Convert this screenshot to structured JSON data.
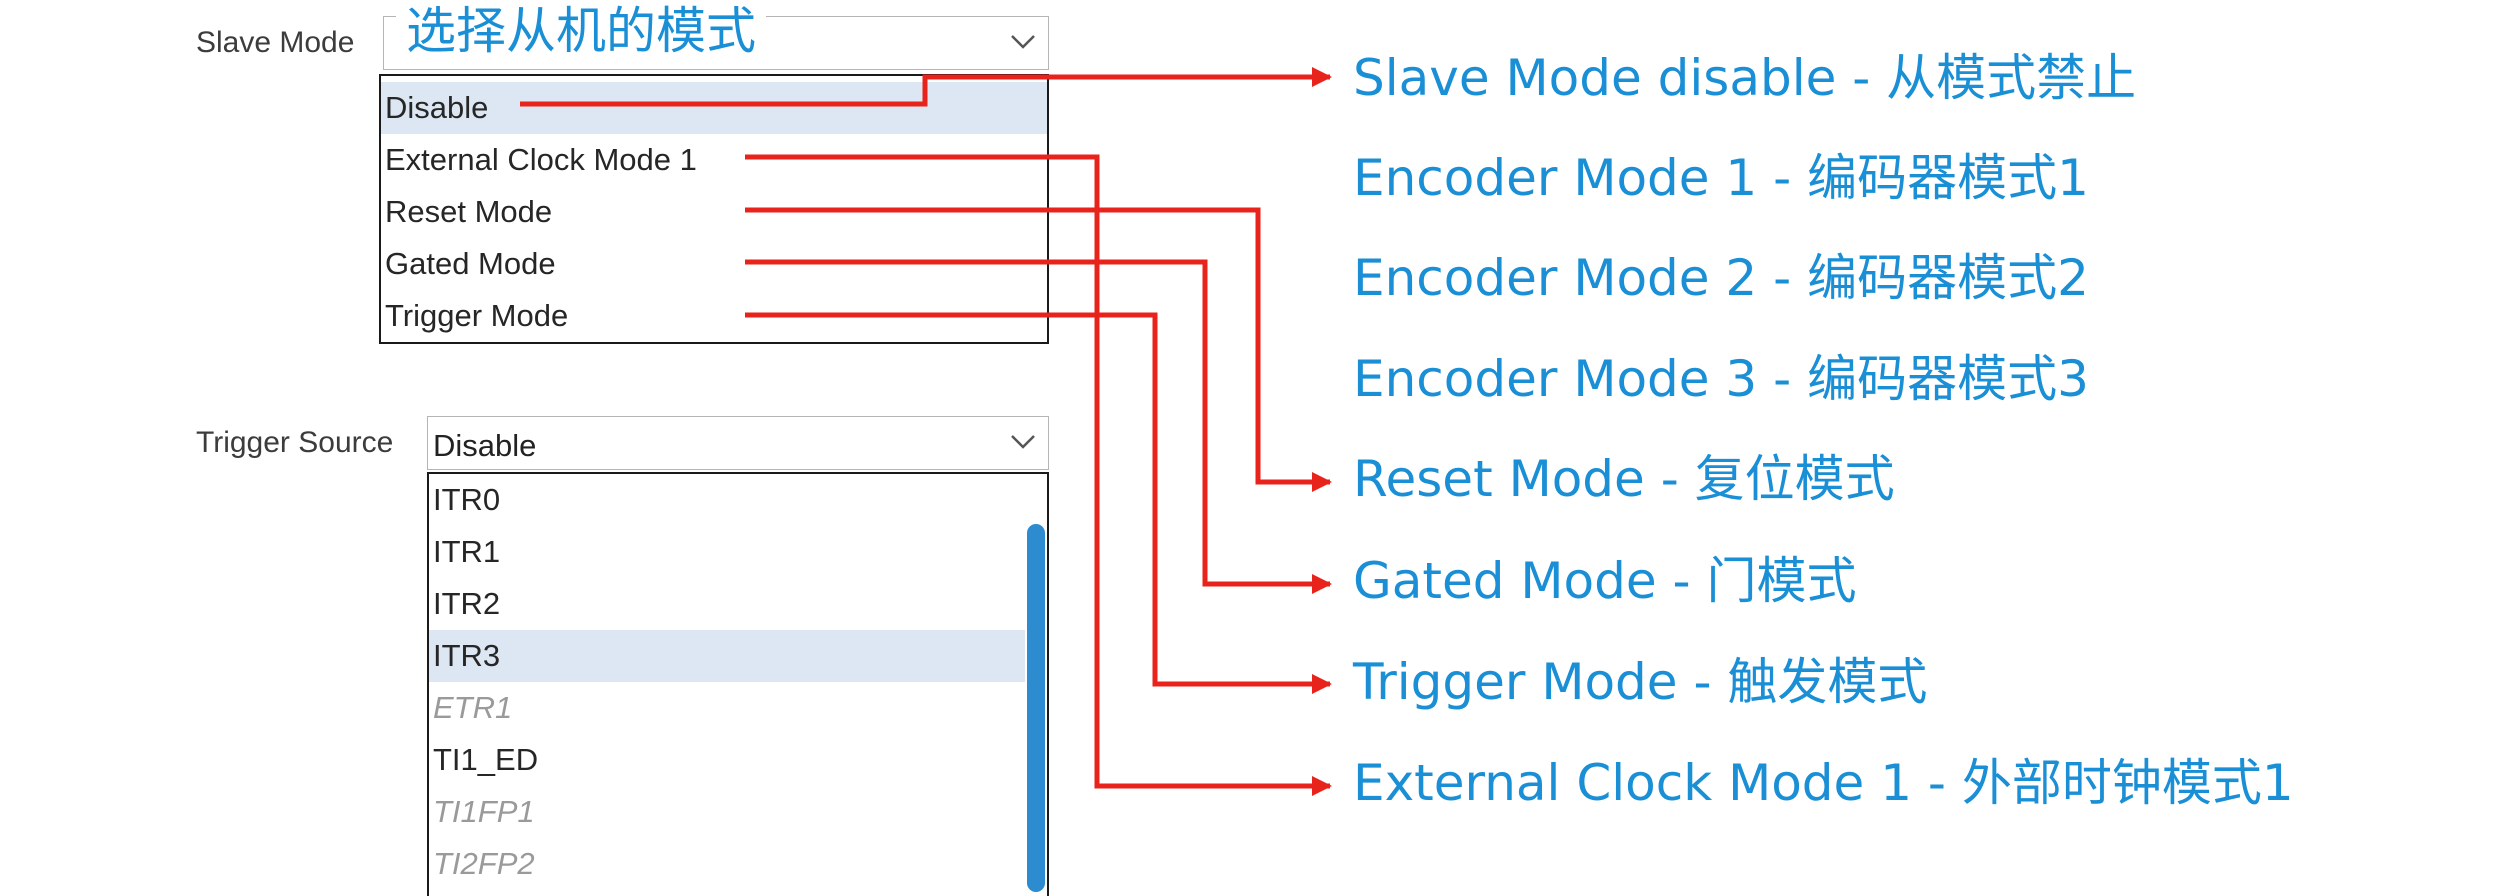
{
  "title_overlay": "选择从机的模式",
  "slave_mode": {
    "label": "Slave Mode",
    "value": "",
    "options": [
      "Disable",
      "External Clock Mode 1",
      "Reset Mode",
      "Gated Mode",
      "Trigger Mode"
    ]
  },
  "trigger_source": {
    "label": "Trigger Source",
    "value": "Disable",
    "options": [
      {
        "text": "ITR0",
        "state": "normal"
      },
      {
        "text": "ITR1",
        "state": "normal"
      },
      {
        "text": "ITR2",
        "state": "normal"
      },
      {
        "text": "ITR3",
        "state": "selected"
      },
      {
        "text": "ETR1",
        "state": "disabled"
      },
      {
        "text": "TI1_ED",
        "state": "normal"
      },
      {
        "text": "TI1FP1",
        "state": "disabled"
      },
      {
        "text": "TI2FP2",
        "state": "disabled"
      }
    ]
  },
  "descriptions": [
    "Slave Mode disable - 从模式禁止",
    "Encoder Mode 1 - 编码器模式1",
    "Encoder Mode 2 - 编码器模式2",
    "Encoder Mode 3 - 编码器模式3",
    "Reset Mode - 复位模式",
    "Gated Mode - 门模式",
    "Trigger Mode - 触发模式",
    "External Clock Mode 1 - 外部时钟模式1"
  ],
  "colors": {
    "arrow": "#e8231b",
    "description_text": "#1a8fd6",
    "selected_row": "#dce7f3",
    "scrollbar": "#2d8bd0"
  }
}
